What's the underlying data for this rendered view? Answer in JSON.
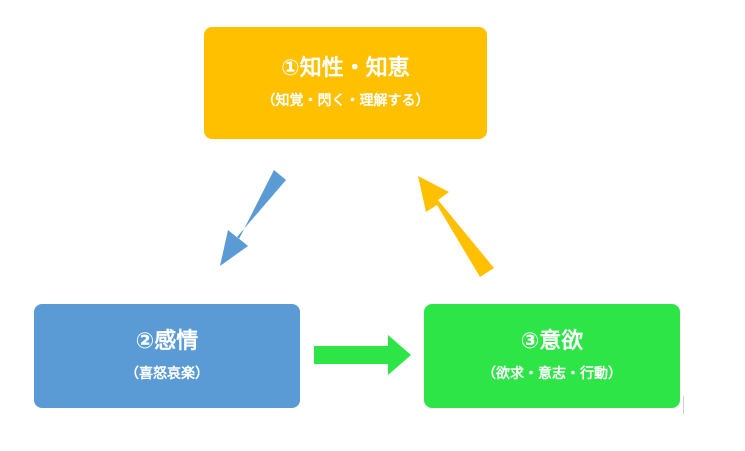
{
  "nodes": {
    "intellect": {
      "title": "①知性・知恵",
      "subtitle": "（知覚・閃く・理解する）"
    },
    "emotion": {
      "title": "②感情",
      "subtitle": "（喜怒哀楽）"
    },
    "will": {
      "title": "③意欲",
      "subtitle": "（欲求・意志・行動）"
    }
  },
  "colors": {
    "intellect": "#FFC000",
    "emotion": "#5B9BD5",
    "will": "#2DE546",
    "arrow_intellect_to_emotion": "#5B9BD5",
    "arrow_emotion_to_will": "#2DE546",
    "arrow_will_to_intellect": "#FFC000"
  },
  "edges": [
    {
      "from": "intellect",
      "to": "emotion"
    },
    {
      "from": "emotion",
      "to": "will"
    },
    {
      "from": "will",
      "to": "intellect"
    }
  ]
}
